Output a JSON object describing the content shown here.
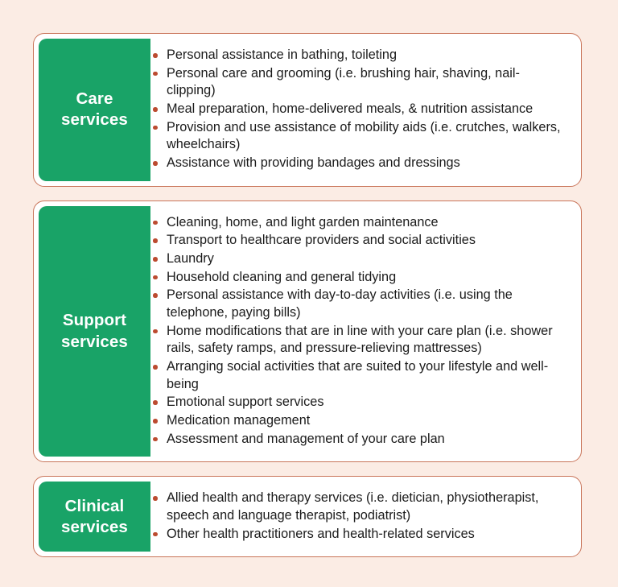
{
  "page": {
    "background_color": "#fbece4",
    "card_background_color": "#ffffff",
    "card_border_color": "#c9755a",
    "label_background_color": "#19a367",
    "label_text_color": "#ffffff",
    "bullet_color": "#bc4b30",
    "body_text_color": "#1b1b1b"
  },
  "cards": [
    {
      "label": "Care\nservices",
      "label_line1": "Care",
      "label_line2": "services",
      "items": [
        "Personal assistance in bathing, toileting",
        "Personal care and grooming (i.e. brushing hair, shaving, nail-clipping)",
        "Meal preparation, home-delivered meals, & nutrition assistance",
        "Provision and use assistance of mobility aids (i.e. crutches, walkers, wheelchairs)",
        "Assistance with providing bandages and dressings"
      ]
    },
    {
      "label": "Support\nservices",
      "label_line1": "Support",
      "label_line2": "services",
      "items": [
        "Cleaning, home, and light garden maintenance",
        "Transport to healthcare providers and social activities",
        "Laundry",
        "Household cleaning and general tidying",
        "Personal assistance with day-to-day activities (i.e. using the telephone, paying bills)",
        "Home modifications that are in line with your care plan (i.e. shower rails, safety ramps, and pressure-relieving mattresses)",
        "Arranging social activities that are suited to your lifestyle and well-being",
        "Emotional support services",
        "Medication management",
        "Assessment and management of your care plan"
      ]
    },
    {
      "label": "Clinical\nservices",
      "label_line1": "Clinical",
      "label_line2": "services",
      "items": [
        "Allied health and therapy services (i.e. dietician, physiotherapist, speech and language therapist, podiatrist)",
        "Other health practitioners and health-related services"
      ]
    }
  ]
}
